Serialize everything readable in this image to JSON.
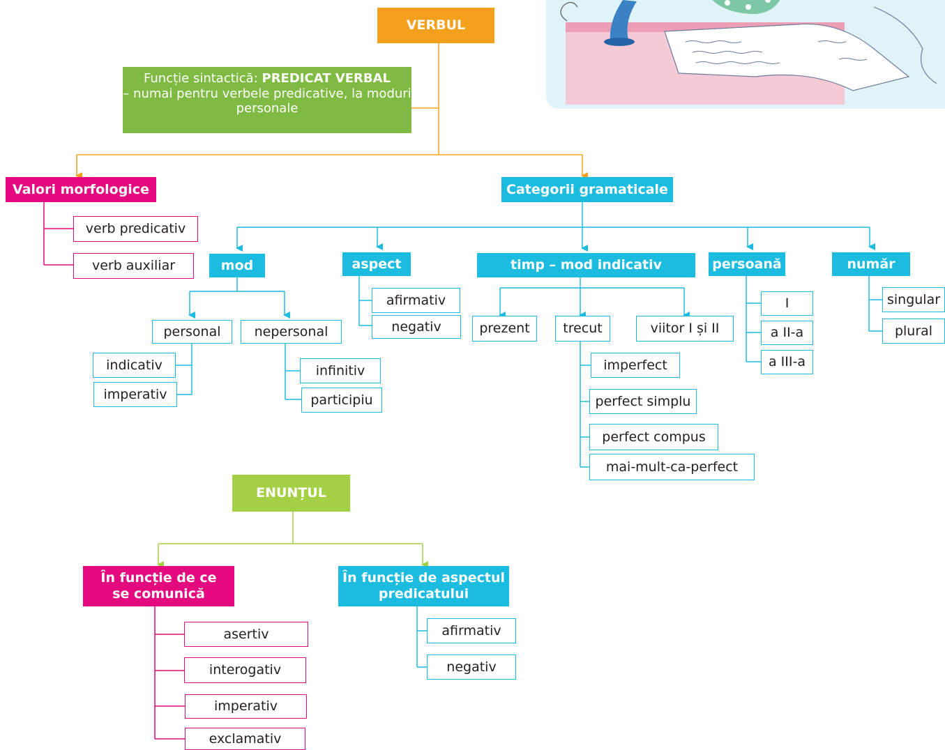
{
  "colors": {
    "orange": "#f5a01c",
    "green": "#7fba42",
    "magenta": "#e4097f",
    "cyan": "#1cbbe0",
    "lime": "#a3d044"
  },
  "illustration": "cartoon-writing-desk",
  "verbul": {
    "title": "VERBUL",
    "functie": {
      "prefix": "Funcție sintactică: ",
      "bold": "PREDICAT VERBAL",
      "suffix": "– numai pentru verbele predicative, la moduri personale"
    },
    "valori": {
      "title": "Valori morfologice",
      "items": [
        "verb predicativ",
        "verb auxiliar"
      ]
    },
    "categorii": {
      "title": "Categorii gramaticale",
      "mod": {
        "title": "mod",
        "personal": {
          "title": "personal",
          "items": [
            "indicativ",
            "imperativ"
          ]
        },
        "nepersonal": {
          "title": "nepersonal",
          "items": [
            "infinitiv",
            "participiu"
          ]
        }
      },
      "aspect": {
        "title": "aspect",
        "items": [
          "afirmativ",
          "negativ"
        ]
      },
      "timp": {
        "title": "timp – mod indicativ",
        "prezent": "prezent",
        "trecut": {
          "title": "trecut",
          "items": [
            "imperfect",
            "perfect simplu",
            "perfect compus",
            "mai-mult-ca-perfect"
          ]
        },
        "viitor": "viitor I și II"
      },
      "persoana": {
        "title": "persoană",
        "items": [
          "I",
          "a II-a",
          "a III-a"
        ]
      },
      "numar": {
        "title": "număr",
        "items": [
          "singular",
          "plural"
        ]
      }
    }
  },
  "enuntul": {
    "title": "ENUNȚUL",
    "comunica": {
      "title": "În funcție de ce se comunică",
      "items": [
        "asertiv",
        "interogativ",
        "imperativ",
        "exclamativ"
      ]
    },
    "aspect_pred": {
      "title": "În funcție de aspectul predicatului",
      "items": [
        "afirmativ",
        "negativ"
      ]
    }
  }
}
